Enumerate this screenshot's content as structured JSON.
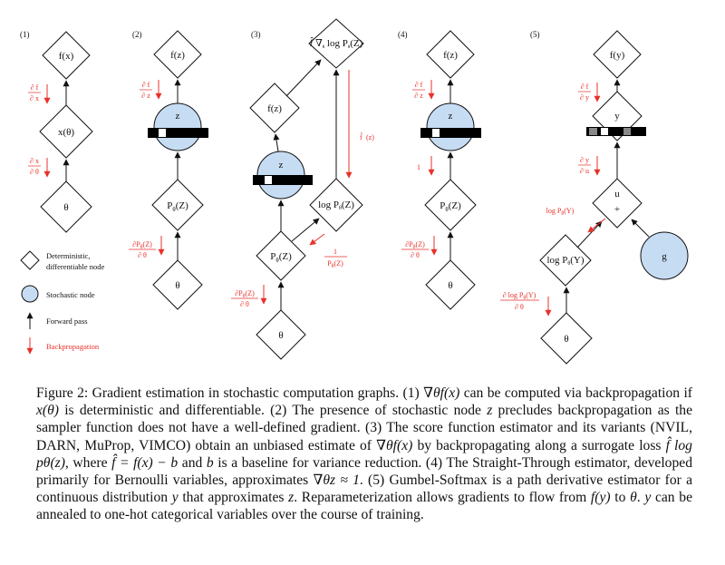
{
  "figure": {
    "panel_numbers": [
      "(1)",
      "(2)",
      "(3)",
      "(4)",
      "(5)"
    ],
    "nodes": {
      "p1_fx": "f(x)",
      "p1_xtheta": "x(θ)",
      "p1_theta": "θ",
      "p2_fz": "f(z)",
      "p2_z": "z",
      "p2_pz": "P",
      "p2_theta": "θ",
      "p3_top": "f̂ ∇",
      "p3_fz": "f(z)",
      "p3_z": "z",
      "p3_logp": "log P",
      "p3_p": "P",
      "p3_theta": "θ",
      "p4_fz": "f(z)",
      "p4_z": "z",
      "p4_pz": "P",
      "p4_theta": "θ",
      "p5_fy": "f(y)",
      "p5_y": "y",
      "p5_u": "u",
      "p5_plus": "+",
      "p5_logp": "log P",
      "p5_g": "g",
      "p5_theta": "θ"
    },
    "gradients": {
      "p1_dfdx_num": "∂ f",
      "p1_dfdx_den": "∂ x",
      "p1_dxdtheta_num": "∂ x",
      "p1_dxdtheta_den": "∂ θ",
      "p2_dfdz_num": "∂ f",
      "p2_dfdz_den": "∂ z",
      "p2_dp_num": "∂P",
      "p2_dp_den": "∂ θ",
      "p3_fhat": "f̂",
      "p3_inv_num": "1",
      "p3_inv_den": "P",
      "p3_dp_num": "∂P",
      "p3_dp_den": "∂ θ",
      "p4_dfdz_num": "∂ f",
      "p4_dfdz_den": "∂ z",
      "p4_one": "1",
      "p4_dp_num": "∂P",
      "p4_dp_den": "∂ θ",
      "p5_dfdy_num": "∂ f",
      "p5_dfdy_den": "∂ y",
      "p5_dydu_num": "∂ y",
      "p5_dydu_den": "∂ u",
      "p5_logp": "log P",
      "p5_dlogp_num": "∂ log P",
      "p5_dlogp_den": "∂ θ"
    },
    "legend": {
      "deterministic": "Deterministic,",
      "deterministic_2": "differentiable node",
      "stochastic": "Stochastic node",
      "forward": "Forward pass",
      "backprop": "Backpropagation"
    },
    "colors": {
      "gradient": "#e8312a",
      "stochastic_fill": "#c6dcf3",
      "bar_black": "#000000",
      "bar_gray": "#888888"
    }
  },
  "caption": {
    "intro": "Figure 2: Gradient estimation in stochastic computation graphs. (1) ",
    "nabla_fx": "∇θf(x)",
    "s1": " can be computed via backpropagation if ",
    "x_theta": "x(θ)",
    "s2": " is deterministic and differentiable. (2) The presence of stochastic node ",
    "z1": "z",
    "s3": " precludes backpropagation as the sampler function does not have a well-defined gradient. (3) The score function estimator and its variants (NVIL, DARN, MuProp, VIMCO) obtain an unbiased estimate of ",
    "nabla_fx2": "∇θf(x)",
    "s4": " by backpropagating along a surrogate loss ",
    "surrogate": "f̂ log pθ(z)",
    "s5": ", where ",
    "fhat_def": "f̂ = f(x) − b",
    "s6": " and ",
    "b": "b",
    "s7": " is a baseline for variance reduction. (4) The Straight-Through estimator, developed primarily for Bernoulli variables, approximates ",
    "nabla_z": "∇θz ≈ 1",
    "s8": ". (5) Gumbel-Softmax is a path derivative estimator for a continuous distribution ",
    "y1": "y",
    "s9": " that approximates ",
    "z2": "z",
    "s10": ". Reparameterization allows gradients to flow from ",
    "fy": "f(y)",
    "s11": " to ",
    "theta": "θ",
    "s12": ". ",
    "y2": "y",
    "s13": " can be annealed to one-hot categorical variables over the course of training."
  }
}
